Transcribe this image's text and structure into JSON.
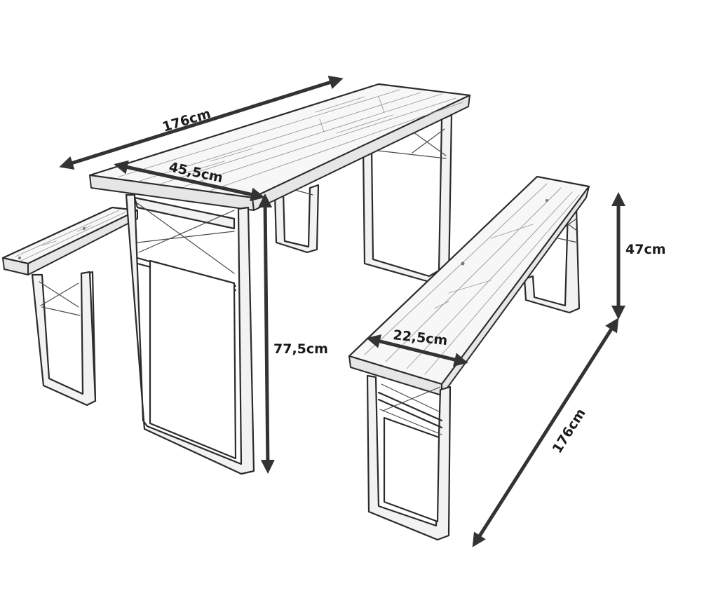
{
  "dimensions": {
    "table_length": "176cm",
    "table_width": "45,5cm",
    "table_height": "77,5cm",
    "bench_width": "22,5cm",
    "bench_height": "47cm",
    "bench_length": "176cm"
  },
  "colors": {
    "line": "#2b2b2b",
    "arrow": "#333333",
    "background": "#ffffff"
  }
}
